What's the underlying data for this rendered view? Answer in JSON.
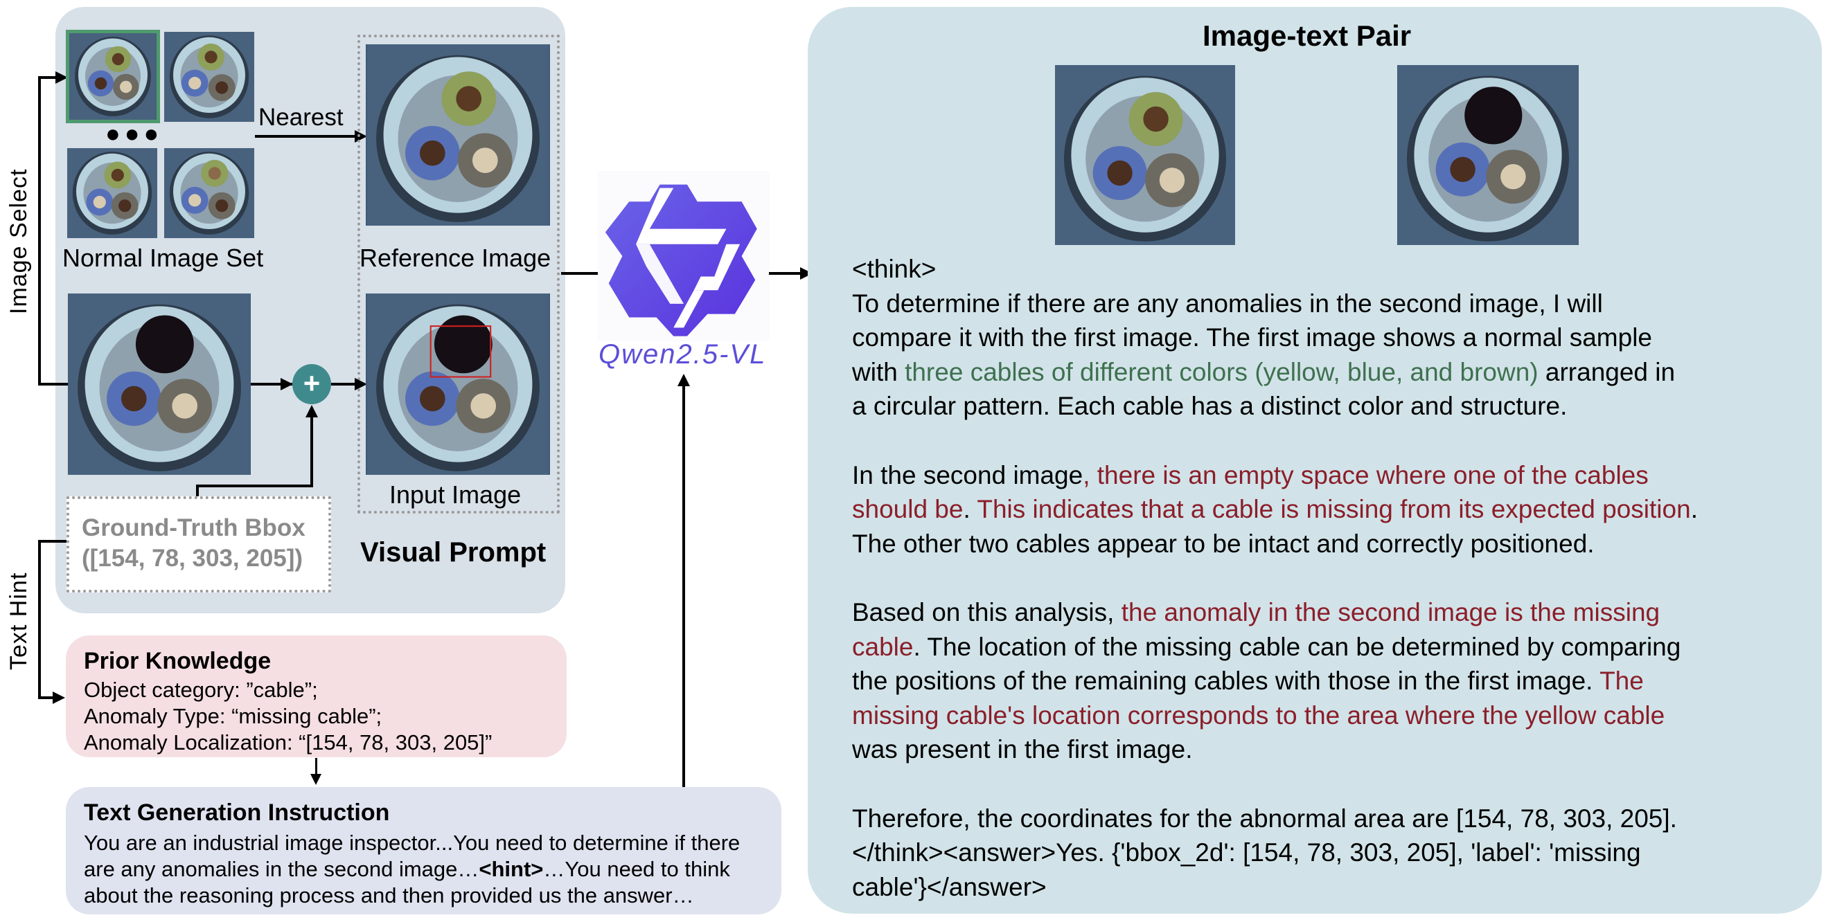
{
  "left_panel": {
    "side_labels": {
      "image_select": "Image Select",
      "text_hint": "Text Hint"
    },
    "normal_image_set_label": "Normal Image Set",
    "ellipsis": "●●●",
    "nearest_label": "Nearest",
    "reference_image_label": "Reference Image",
    "input_image_label": "Input Image",
    "visual_prompt_label": "Visual Prompt",
    "plus_symbol": "+",
    "ground_truth": {
      "title": "Ground-Truth Bbox",
      "value": "([154, 78, 303, 205])"
    },
    "thumbnails": [
      {
        "name": "normal-1",
        "selected": true
      },
      {
        "name": "normal-2",
        "selected": false
      },
      {
        "name": "normal-3",
        "selected": false
      },
      {
        "name": "normal-4",
        "selected": false
      }
    ],
    "colors": {
      "panel_bg": "#d8e0e8",
      "selected_frame": "#4f9a6e",
      "plus_node": "#3f8a8c",
      "bbox_outline": "#d02020",
      "gt_text": "#8a8a8a"
    }
  },
  "prior_knowledge": {
    "title": "Prior Knowledge",
    "lines": [
      "Object category: ”cable”;",
      "Anomaly Type: “missing cable”;",
      "Anomaly Localization: “[154, 78, 303, 205]”"
    ],
    "bg": "#f5dfe2"
  },
  "text_generation": {
    "title": "Text Generation Instruction",
    "line1": "You are an industrial image inspector...You need to determine if there",
    "line2_pre": "are any anomalies in the second image…",
    "line2_bold": "<hint>",
    "line2_post": "…You need to think",
    "line3": "about the reasoning process and then provided us the answer…",
    "bg": "#dfe3ef"
  },
  "model": {
    "name": "Qwen2.5-VL",
    "color": "#5b4ed8"
  },
  "right_panel": {
    "title": "Image-text Pair",
    "bg": "#d1e3e8",
    "lines": [
      {
        "segments": [
          {
            "t": "<think>",
            "c": "black"
          }
        ]
      },
      {
        "segments": [
          {
            "t": "To determine if there are any anomalies in the second image, I will",
            "c": "black"
          }
        ]
      },
      {
        "segments": [
          {
            "t": "compare it with the first image. The first image shows a normal sample",
            "c": "black"
          }
        ]
      },
      {
        "segments": [
          {
            "t": "with ",
            "c": "black"
          },
          {
            "t": "three cables of different colors (yellow, blue, and brown)",
            "c": "green"
          },
          {
            "t": " arranged in",
            "c": "black"
          }
        ]
      },
      {
        "segments": [
          {
            "t": "a circular pattern. Each cable has a distinct color and structure.",
            "c": "black"
          }
        ]
      },
      {
        "segments": [
          {
            "t": "",
            "c": "black"
          }
        ]
      },
      {
        "segments": [
          {
            "t": "In the second image",
            "c": "black"
          },
          {
            "t": ", there is an empty space where one of the cables",
            "c": "red"
          }
        ]
      },
      {
        "segments": [
          {
            "t": "should be",
            "c": "red"
          },
          {
            "t": ". ",
            "c": "black"
          },
          {
            "t": "This indicates that a cable is missing from its expected position",
            "c": "red"
          },
          {
            "t": ".",
            "c": "black"
          }
        ]
      },
      {
        "segments": [
          {
            "t": "The other two cables appear to be intact and correctly positioned.",
            "c": "black"
          }
        ]
      },
      {
        "segments": [
          {
            "t": "",
            "c": "black"
          }
        ]
      },
      {
        "segments": [
          {
            "t": "Based on this analysis, ",
            "c": "black"
          },
          {
            "t": "the anomaly in the second image is the missing",
            "c": "red"
          }
        ]
      },
      {
        "segments": [
          {
            "t": "cable",
            "c": "red"
          },
          {
            "t": ". The location of the missing cable can be determined by comparing",
            "c": "black"
          }
        ]
      },
      {
        "segments": [
          {
            "t": "the positions of the remaining cables with those in the first image. ",
            "c": "black"
          },
          {
            "t": "The",
            "c": "red"
          }
        ]
      },
      {
        "segments": [
          {
            "t": "missing cable's location corresponds to the area where the yellow cable",
            "c": "red"
          }
        ]
      },
      {
        "segments": [
          {
            "t": "was present in the first image.",
            "c": "black"
          }
        ]
      },
      {
        "segments": [
          {
            "t": "",
            "c": "black"
          }
        ]
      },
      {
        "segments": [
          {
            "t": "Therefore, the coordinates for the abnormal area are [154, 78, 303, 205].",
            "c": "black"
          }
        ]
      },
      {
        "segments": [
          {
            "t": "</think><answer>Yes. {'bbox_2d': [154, 78, 303, 205], 'label': 'missing",
            "c": "black"
          }
        ]
      },
      {
        "segments": [
          {
            "t": "cable'}</answer>",
            "c": "black"
          }
        ]
      }
    ],
    "text_colors": {
      "black": "#000000",
      "green": "#3f7050",
      "red": "#8b1e2a"
    }
  }
}
